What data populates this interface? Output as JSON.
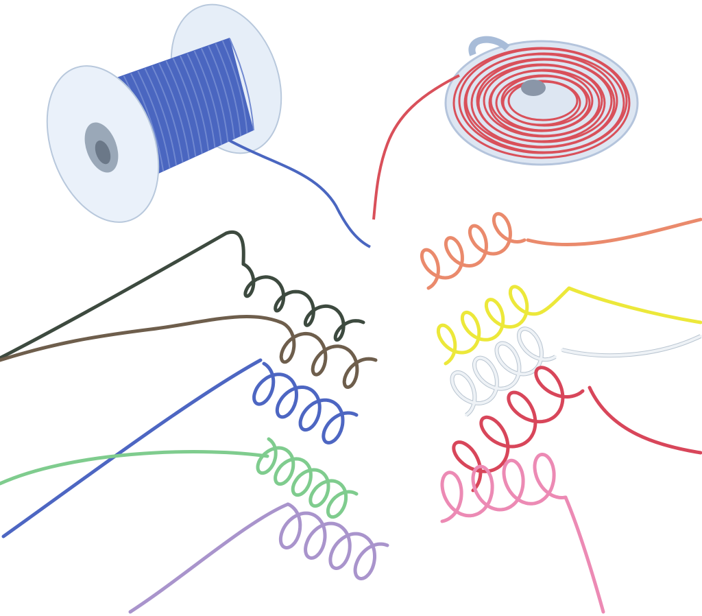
{
  "subject": "assorted-hookup-wire",
  "spools": [
    {
      "kind": "plastic-reel",
      "wire_color": "#4a66c0"
    },
    {
      "kind": "coil-in-bag",
      "wire_color": "#d9505a"
    }
  ],
  "wires": [
    {
      "side": "left",
      "color": "#3d4a3f"
    },
    {
      "side": "left",
      "color": "#6e5e4c"
    },
    {
      "side": "left",
      "color": "#4d66c2"
    },
    {
      "side": "left",
      "color": "#7fcc8e"
    },
    {
      "side": "left",
      "color": "#a994cc"
    },
    {
      "side": "right",
      "color": "#ea8a6c"
    },
    {
      "side": "right",
      "color": "#ece83a"
    },
    {
      "side": "right",
      "color": "#eef2f6"
    },
    {
      "side": "right",
      "color": "#d8465a"
    },
    {
      "side": "right",
      "color": "#ec8ab4"
    }
  ]
}
